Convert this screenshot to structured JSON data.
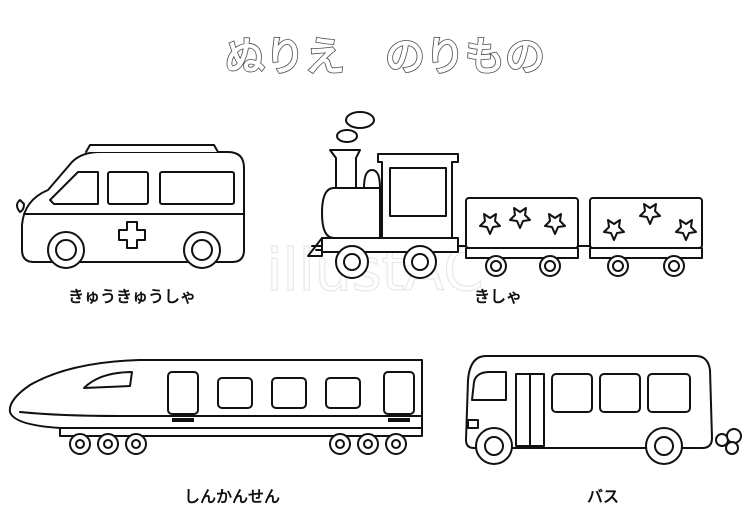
{
  "title": "ぬりえ　のりもの",
  "watermark": "illustAC",
  "vehicles": [
    {
      "label": "きゅうきゅうしゃ"
    },
    {
      "label": "きしゃ"
    },
    {
      "label": "しんかんせん"
    },
    {
      "label": "バス"
    }
  ],
  "colors": {
    "line": "#111111",
    "background": "#ffffff",
    "title_outline": "#4a4a4a"
  }
}
